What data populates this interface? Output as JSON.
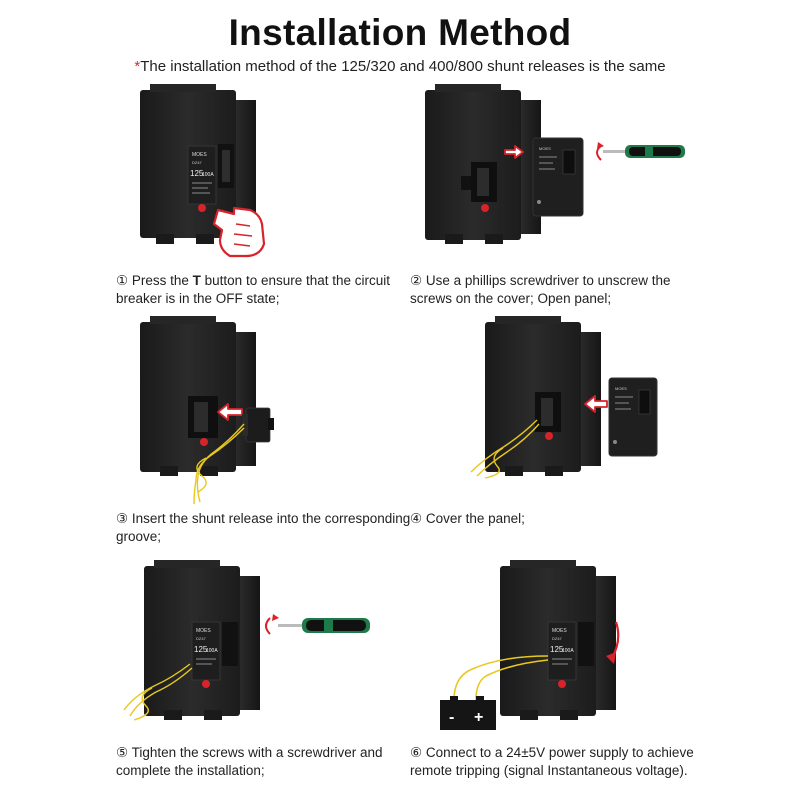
{
  "header": {
    "title": "Installation Method",
    "subtitle_marker": "*",
    "subtitle": "The installation method of the 125/320 and 400/800 shunt releases is the same"
  },
  "breaker_label": {
    "brand": "MOES",
    "model": "DZ47",
    "rating": "125",
    "rating2": "100A"
  },
  "steps": [
    {
      "num": "①",
      "pre": "Press the ",
      "bold": "T",
      "post": " button to ensure that the circuit breaker is in the OFF state;"
    },
    {
      "num": "②",
      "text": "Use a phillips screwdriver to unscrew the screws on the cover; Open panel;"
    },
    {
      "num": "③",
      "text": "Insert the shunt release into the corresponding groove;"
    },
    {
      "num": "④",
      "text": "Cover the panel;"
    },
    {
      "num": "⑤",
      "text": "Tighten the screws with a screwdriver and complete the installation;"
    },
    {
      "num": "⑥",
      "text": "Connect to a 24±5V power supply to achieve remote tripping (signal Instantaneous voltage)."
    }
  ],
  "battery": {
    "minus": "-",
    "plus": "+"
  },
  "colors": {
    "breaker": "#232323",
    "breaker_dark": "#161616",
    "arrow_red": "#d8232a",
    "wire_yellow": "#e8c820",
    "handle_green": "#1e7a4a"
  },
  "icons": [
    "hand-press-icon",
    "screwdriver-icon",
    "rotate-arrow-icon",
    "insert-arrow-icon",
    "battery-icon"
  ]
}
